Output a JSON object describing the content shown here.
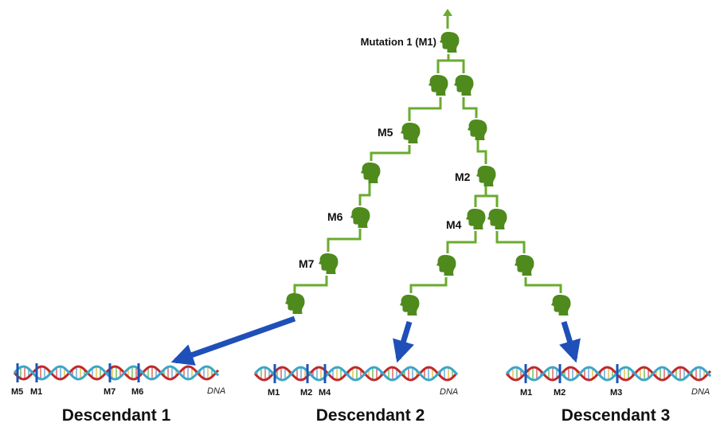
{
  "root_label": "Mutation 1 (M1)",
  "node_labels": {
    "m5": "M5",
    "m6": "M6",
    "m7": "M7",
    "m2": "M2",
    "m4": "M4"
  },
  "descendants": [
    {
      "title": "Descendant 1",
      "markers": [
        "M5",
        "M1",
        "M7",
        "M6"
      ],
      "dna_label": "DNA"
    },
    {
      "title": "Descendant 2",
      "markers": [
        "M1",
        "M2",
        "M4"
      ],
      "dna_label": "DNA"
    },
    {
      "title": "Descendant 3",
      "markers": [
        "M1",
        "M2",
        "M3"
      ],
      "dna_label": "DNA"
    }
  ],
  "colors": {
    "tree_green": "#4f8a1d",
    "line_green": "#6aab2e",
    "arrow_blue": "#1f4fb8",
    "dna_red": "#c0282c",
    "dna_cyan": "#3aa6c9",
    "marker_blue": "#1d55b5"
  },
  "icons": {
    "person": "head-silhouette-icon",
    "top": "up-arrow-icon"
  }
}
